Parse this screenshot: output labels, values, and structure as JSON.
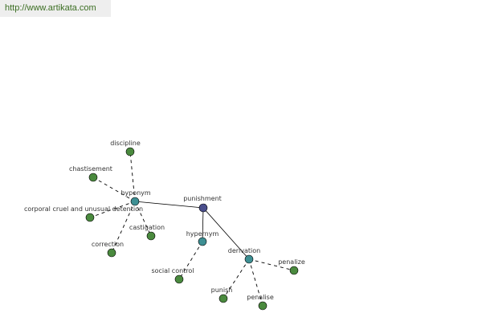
{
  "banner": {
    "url": "http://www.artikata.com"
  },
  "colors": {
    "center": "#4a4e8c",
    "relation": "#3d8f93",
    "word": "#4a8a3e"
  },
  "graph": {
    "nodes": [
      {
        "id": "punishment",
        "label": "punishment",
        "kind": "center"
      },
      {
        "id": "hyponym",
        "label": "hyponym",
        "kind": "relation"
      },
      {
        "id": "hypernym",
        "label": "hypernym",
        "kind": "relation"
      },
      {
        "id": "derivation",
        "label": "derivation",
        "kind": "relation"
      },
      {
        "id": "discipline",
        "label": "discipline",
        "kind": "word"
      },
      {
        "id": "chastisement",
        "label": "chastisement",
        "kind": "word"
      },
      {
        "id": "corporal",
        "label": "corporal cruel and unusual detention",
        "kind": "word"
      },
      {
        "id": "castigation",
        "label": "castigation",
        "kind": "word"
      },
      {
        "id": "correction",
        "label": "correction",
        "kind": "word"
      },
      {
        "id": "social-control",
        "label": "social control",
        "kind": "word"
      },
      {
        "id": "penalize",
        "label": "penalize",
        "kind": "word"
      },
      {
        "id": "punish",
        "label": "punish",
        "kind": "word"
      },
      {
        "id": "penalise",
        "label": "penalise",
        "kind": "word"
      }
    ],
    "edges": [
      {
        "from": "punishment",
        "to": "hyponym",
        "style": "solid"
      },
      {
        "from": "punishment",
        "to": "hypernym",
        "style": "solid"
      },
      {
        "from": "punishment",
        "to": "derivation",
        "style": "solid"
      },
      {
        "from": "hyponym",
        "to": "discipline",
        "style": "dashed"
      },
      {
        "from": "hyponym",
        "to": "chastisement",
        "style": "dashed"
      },
      {
        "from": "hyponym",
        "to": "corporal",
        "style": "dashed"
      },
      {
        "from": "hyponym",
        "to": "castigation",
        "style": "dashed"
      },
      {
        "from": "hyponym",
        "to": "correction",
        "style": "dashed"
      },
      {
        "from": "hypernym",
        "to": "social-control",
        "style": "dashed"
      },
      {
        "from": "derivation",
        "to": "penalize",
        "style": "dashed"
      },
      {
        "from": "derivation",
        "to": "punish",
        "style": "dashed"
      },
      {
        "from": "derivation",
        "to": "penalise",
        "style": "dashed"
      }
    ]
  }
}
